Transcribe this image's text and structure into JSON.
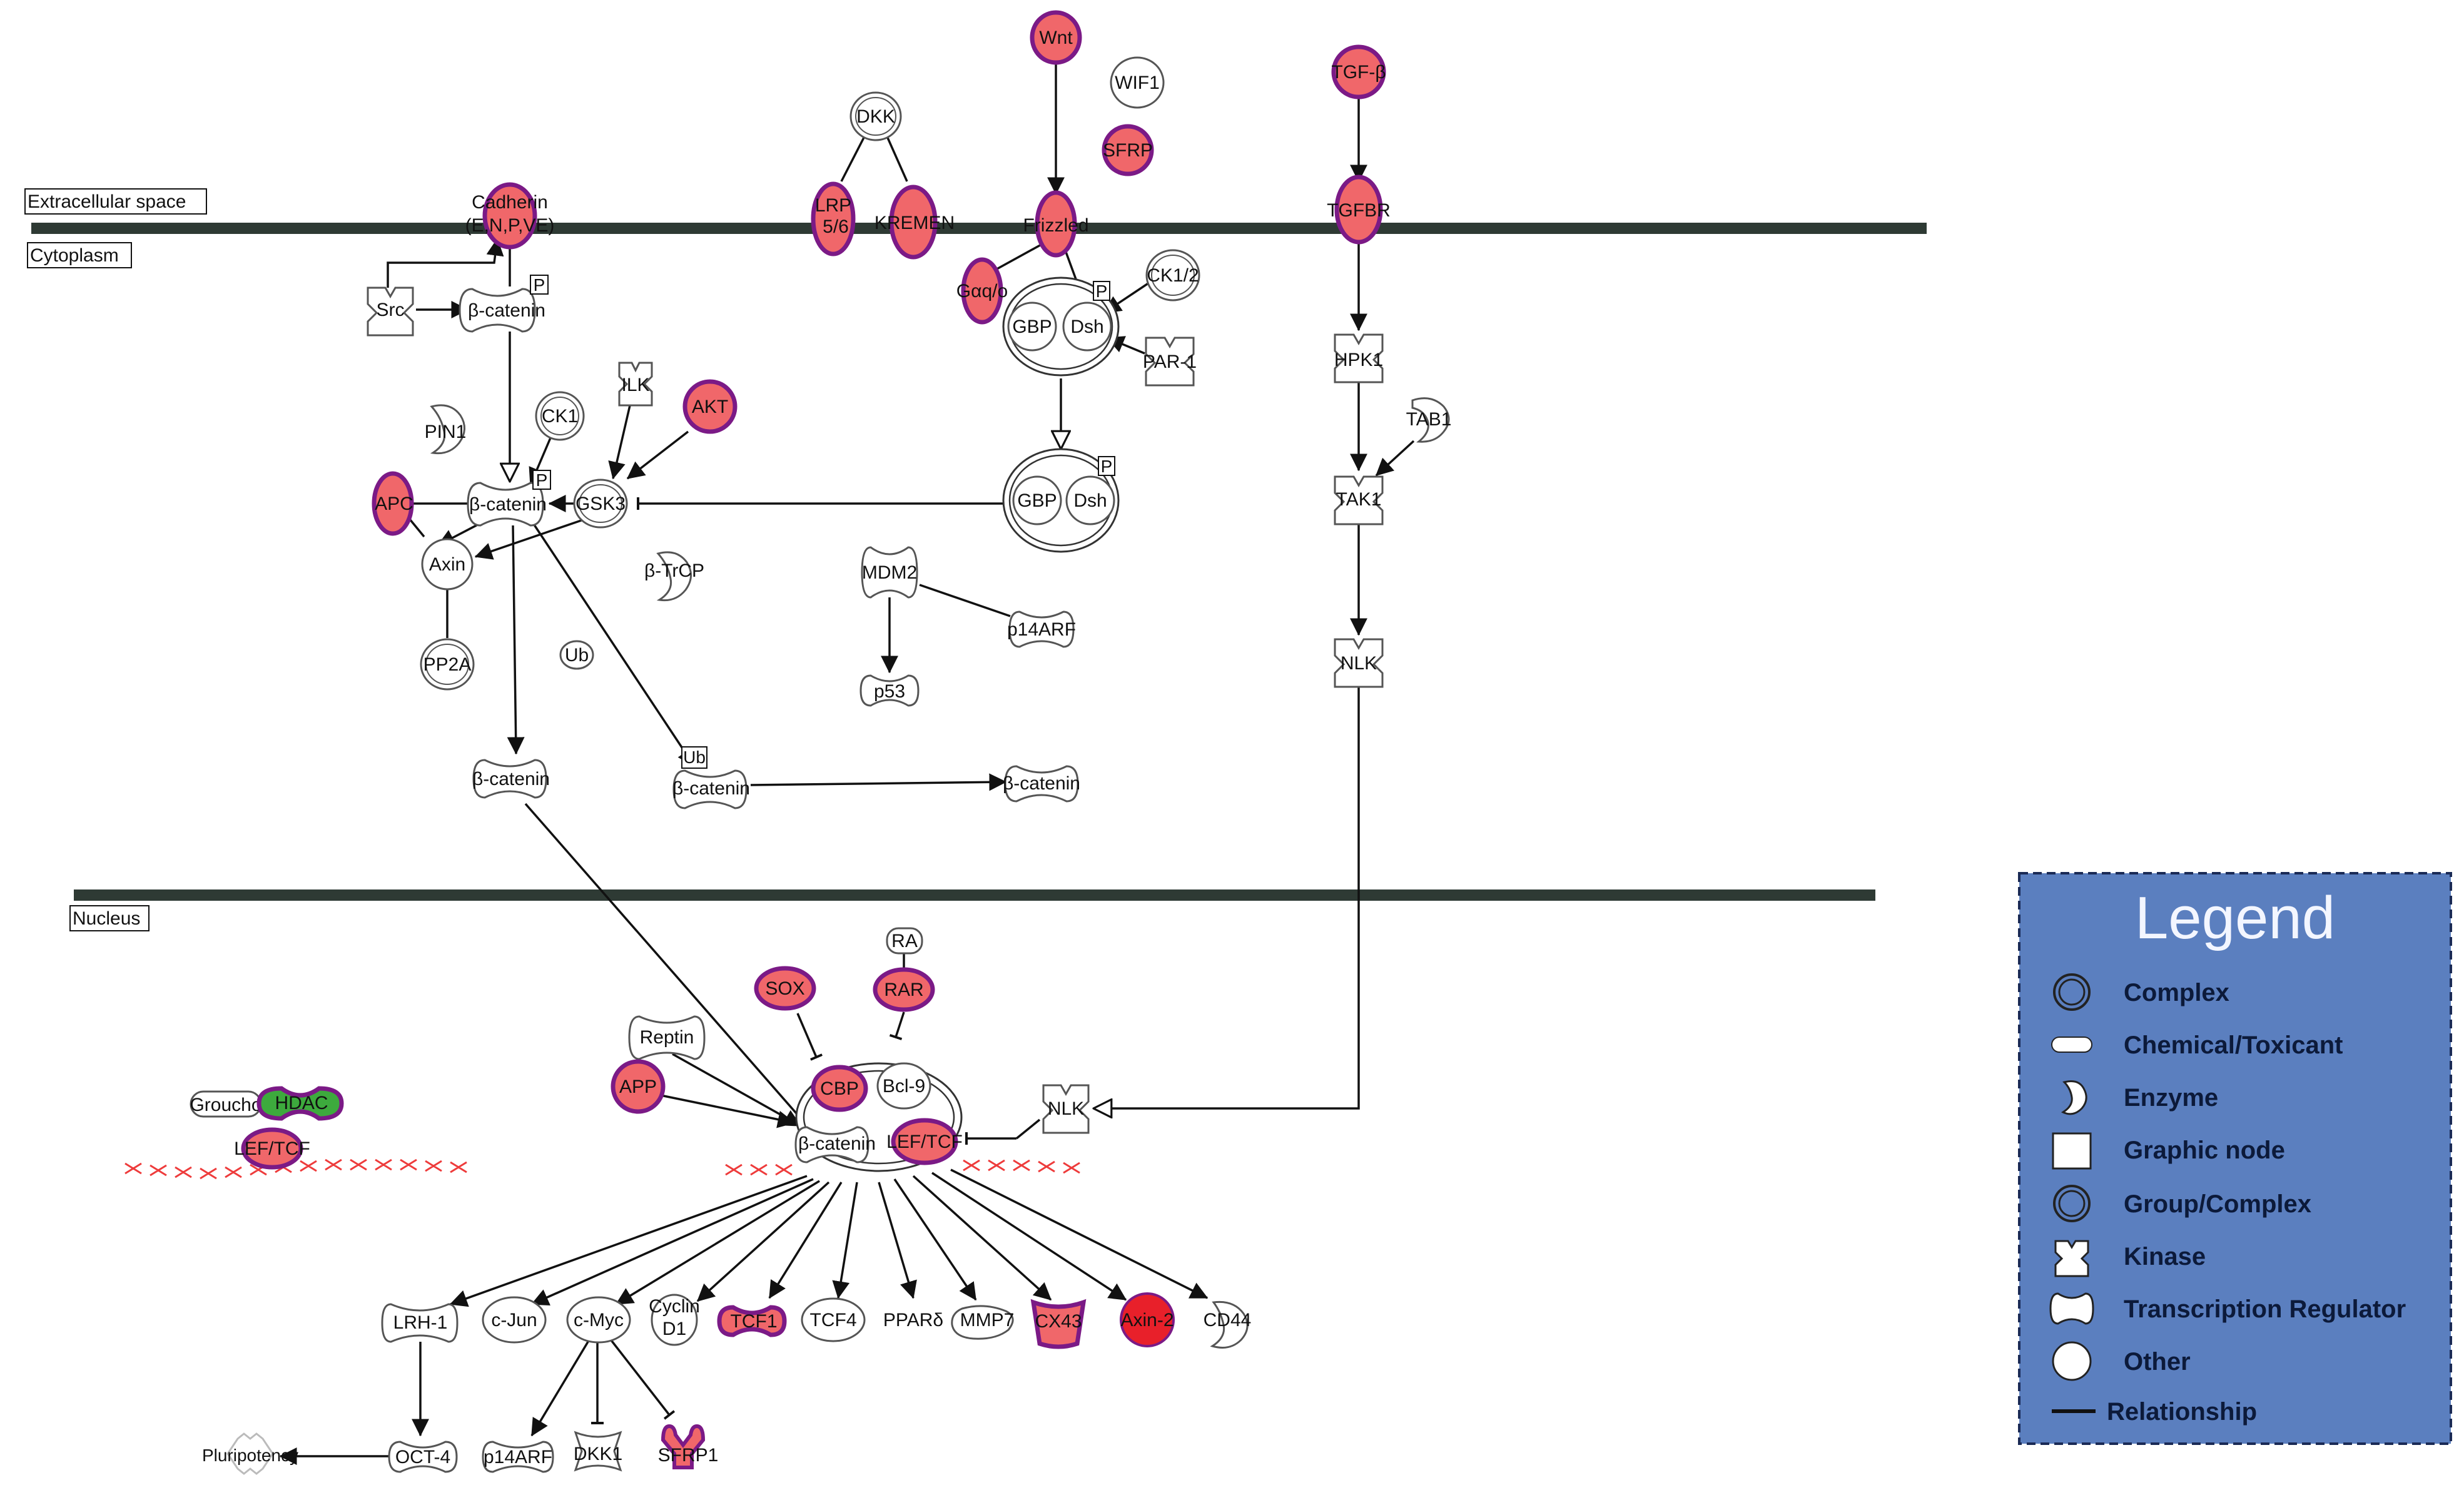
{
  "compartments": {
    "extracellular": "Extracellular space",
    "cytoplasm": "Cytoplasm",
    "nucleus": "Nucleus"
  },
  "nodes": {
    "wnt": "Wnt",
    "wif1": "WIF1",
    "sfrp": "SFRP",
    "dkk_top": "DKK",
    "lrp": "LRP",
    "lrp_sub": "5/6",
    "kremen": "KREMEN",
    "frizzled": "Frizzled",
    "tgfb": "TGF-β",
    "tgfbr": "TGFBR",
    "cadherin": "Cadherin",
    "cadherin_sub": "(E,N,P,VE)",
    "src": "Src",
    "bcat_top": "β-catenin",
    "gaqo": "Gαq/o",
    "ck12": "CK1/2",
    "gbp1": "GBP",
    "dsh1": "Dsh",
    "par1": "PAR-1",
    "hpk1": "HPK1",
    "tab1": "TAB1",
    "tak1": "TAK1",
    "pin1": "PIN1",
    "ck1": "CK1",
    "ilk": "ILK",
    "akt": "AKT",
    "apc": "APC",
    "bcat_mid": "β-catenin",
    "gsk3": "GSK3",
    "gbp2": "GBP",
    "dsh2": "Dsh",
    "axin": "Axin",
    "btrcp": "β-TrCP",
    "mdm2": "MDM2",
    "p14arf_top": "p14ARF",
    "pp2a": "PP2A",
    "ub": "Ub",
    "p53": "p53",
    "nlk_top": "NLK",
    "bcat_low": "β-catenin",
    "bcat_ub": "β-catenin",
    "bcat_deg": "β-catenin",
    "ra": "RA",
    "sox": "SOX",
    "rar": "RAR",
    "reptin": "Reptin",
    "app": "APP",
    "cbp": "CBP",
    "bcl9": "Bcl-9",
    "bcat_nuc": "β-catenin",
    "leftcf_nuc": "LEF/TCF",
    "nlk_nuc": "NLK",
    "groucho": "Groucho",
    "hdac": "HDAC",
    "leftcf_left": "LEF/TCF",
    "lrh1": "LRH-1",
    "cjun": "c-Jun",
    "cmyc": "c-Myc",
    "cyclin": "Cyclin",
    "cyclin_sub": "D1",
    "tcf1": "TCF1",
    "tcf4": "TCF4",
    "ppard": "PPARδ",
    "mmp7": "MMP7",
    "cx43": "CX43",
    "axin2": "Axin-2",
    "cd44": "CD44",
    "pluripotency": "Pluripotency",
    "oct4": "OCT-4",
    "p14arf_bot": "p14ARF",
    "dkk1": "DKK1",
    "sfrp1": "SFRP1"
  },
  "badges": {
    "p": "P",
    "ub": "Ub"
  },
  "legend": {
    "title": "Legend",
    "items": {
      "complex": "Complex",
      "chemical": "Chemical/Toxicant",
      "enzyme": "Enzyme",
      "graphic": "Graphic node",
      "group": "Group/Complex",
      "kinase": "Kinase",
      "tr": "Transcription Regulator",
      "other": "Other",
      "relationship": "Relationship"
    }
  },
  "colors": {
    "upregulated_fill": "#f0676a",
    "strong_up_fill": "#e8202a",
    "upregulated_border": "#7b1a86",
    "downregulated_fill": "#3daa3d",
    "membrane": "#2e3a34",
    "legend_bg": "#5b7fbf",
    "dna_marks": "#ee3b3b"
  }
}
